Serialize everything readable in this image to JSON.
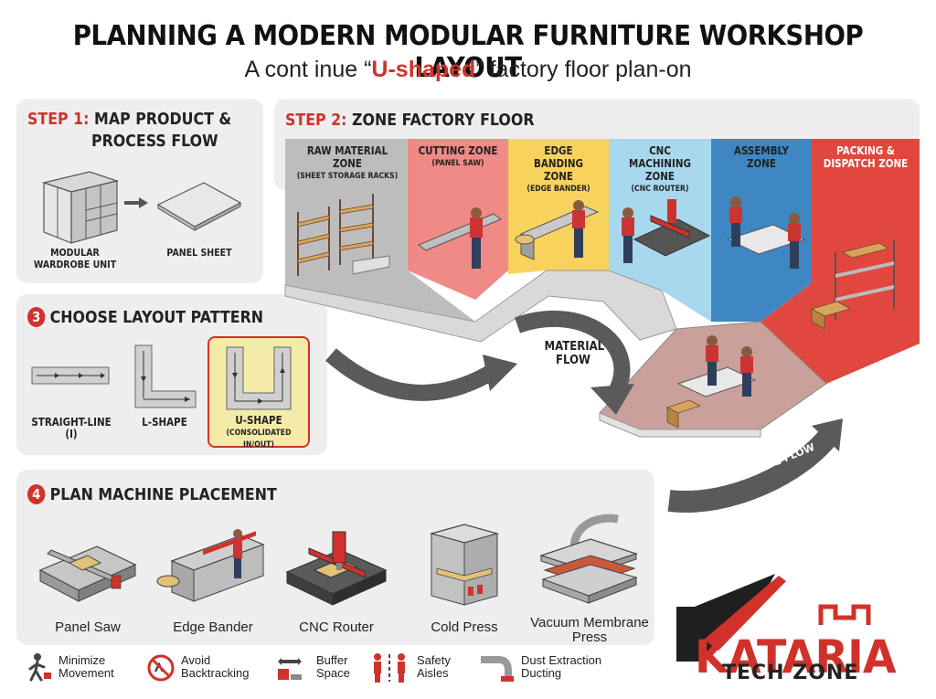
{
  "title": "PLANNING A MODERN MODULAR FURNITURE WORKSHOP LAYOUT",
  "subtitle": {
    "pre": "A cont inue “",
    "highlight": "U-shaped",
    "post": "” factory floor plan-on"
  },
  "step1": {
    "prefix": "STEP 1:",
    "line1": "MAP PRODUCT &",
    "line2": "PROCESS FLOW",
    "item1": "MODULAR WARDROBE UNIT",
    "item2": "PANEL SHEET"
  },
  "step2": {
    "prefix": "STEP 2:",
    "title": "ZONE FACTORY FLOOR",
    "zones": [
      {
        "name": "RAW MATERIAL ZONE",
        "sub": "(SHEET STORAGE RACKS)"
      },
      {
        "name": "CUTTING ZONE",
        "sub": "(PANEL SAW)"
      },
      {
        "name": "EDGE BANDING ZONE",
        "sub": "(EDGE BANDER)"
      },
      {
        "name": "CNC MACHINING ZONE",
        "sub": "(CNC ROUTER)"
      },
      {
        "name": "ASSEMBLY ZONE",
        "sub": ""
      },
      {
        "name": "PACKING & DISPATCH ZONE",
        "sub": ""
      }
    ],
    "material_flow": "MATERIAL FLOW",
    "ushape_flow": "U-SHAPE FLOW"
  },
  "step3": {
    "num": "3",
    "title": "CHOOSE LAYOUT PATTERN",
    "patterns": [
      {
        "name": "STRAIGHT-LINE (I)",
        "sub": ""
      },
      {
        "name": "L-SHAPE",
        "sub": ""
      },
      {
        "name": "U-SHAPE",
        "sub": "(CONSOLIDATED IN/OUT)"
      }
    ]
  },
  "step4": {
    "num": "4",
    "title": "PLAN MACHINE PLACEMENT",
    "machines": [
      "Panel Saw",
      "Edge Bander",
      "CNC Router",
      "Cold Press",
      "Vacuum Membrane Press"
    ]
  },
  "legend": [
    {
      "line1": "Minimize",
      "line2": "Movement",
      "icon": "walking-person-icon"
    },
    {
      "line1": "Avoid",
      "line2": "Backtracking",
      "icon": "no-backtrack-icon"
    },
    {
      "line1": "Buffer",
      "line2": "Space",
      "icon": "buffer-space-icon"
    },
    {
      "line1": "Safety",
      "line2": "Aisles",
      "icon": "safety-aisle-icon"
    },
    {
      "line1": "Dust Extraction",
      "line2": "Ducting",
      "icon": "duct-icon"
    }
  ],
  "logo": {
    "word": "KATARIA",
    "sub": "TECH ZONE"
  },
  "colors": {
    "accent": "#d0322b",
    "raw": "#bdbdbd",
    "cutting": "#f08a86",
    "edge": "#f7d35e",
    "cnc": "#a8d8ee",
    "assembly": "#3f87c2",
    "packing": "#e0473e",
    "floor": "#c9a19a"
  }
}
